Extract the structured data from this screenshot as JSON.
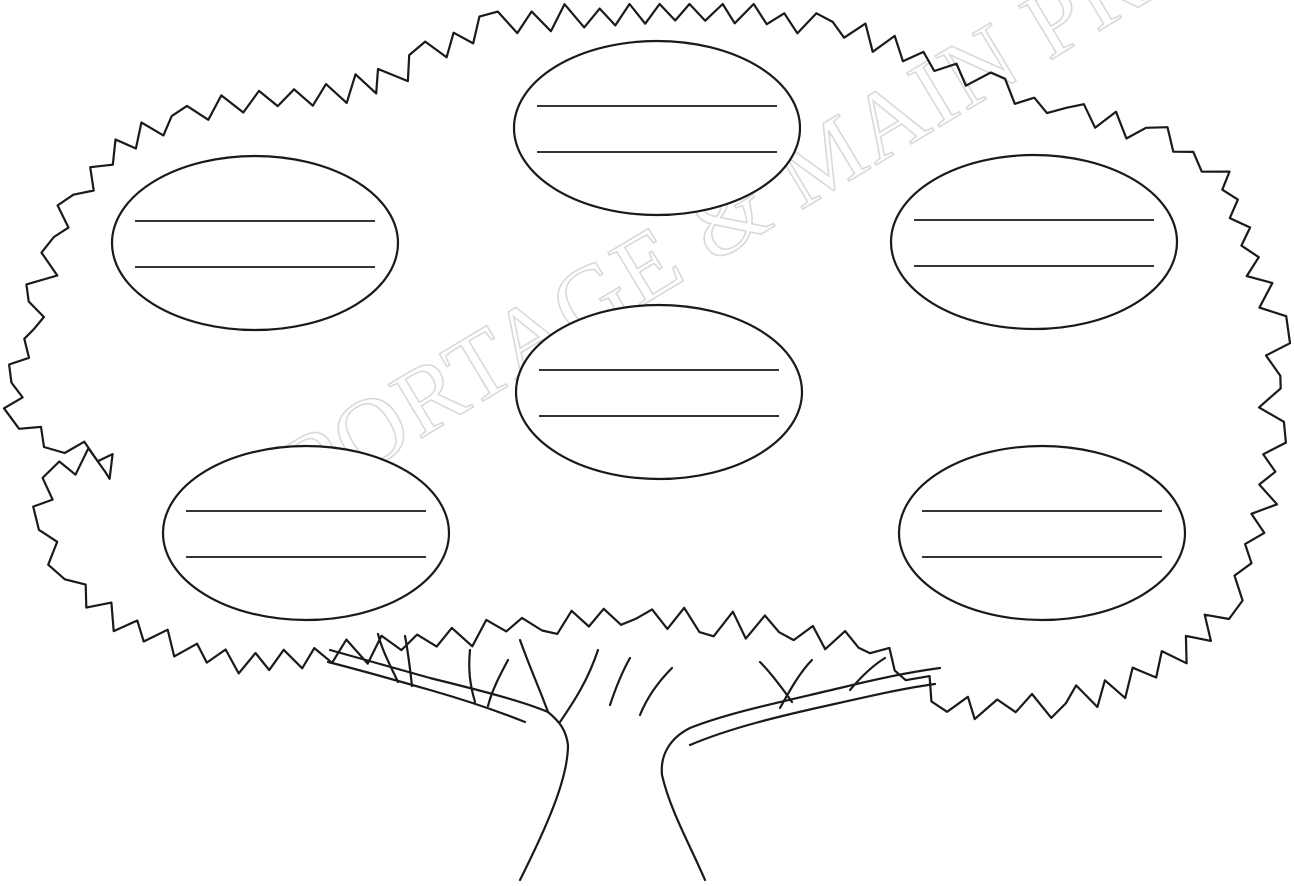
{
  "watermark": {
    "text": "PORTAGE & MAIN PRESS"
  },
  "ovals": [
    {
      "id": "top-center",
      "lines": [
        "",
        ""
      ]
    },
    {
      "id": "upper-left",
      "lines": [
        "",
        ""
      ]
    },
    {
      "id": "upper-right",
      "lines": [
        "",
        ""
      ]
    },
    {
      "id": "middle-center",
      "lines": [
        "",
        ""
      ]
    },
    {
      "id": "lower-left",
      "lines": [
        "",
        ""
      ]
    },
    {
      "id": "lower-right",
      "lines": [
        "",
        ""
      ]
    }
  ],
  "colors": {
    "line": "#1a1a1a",
    "watermark": "#d9d9d9",
    "background": "#ffffff"
  }
}
